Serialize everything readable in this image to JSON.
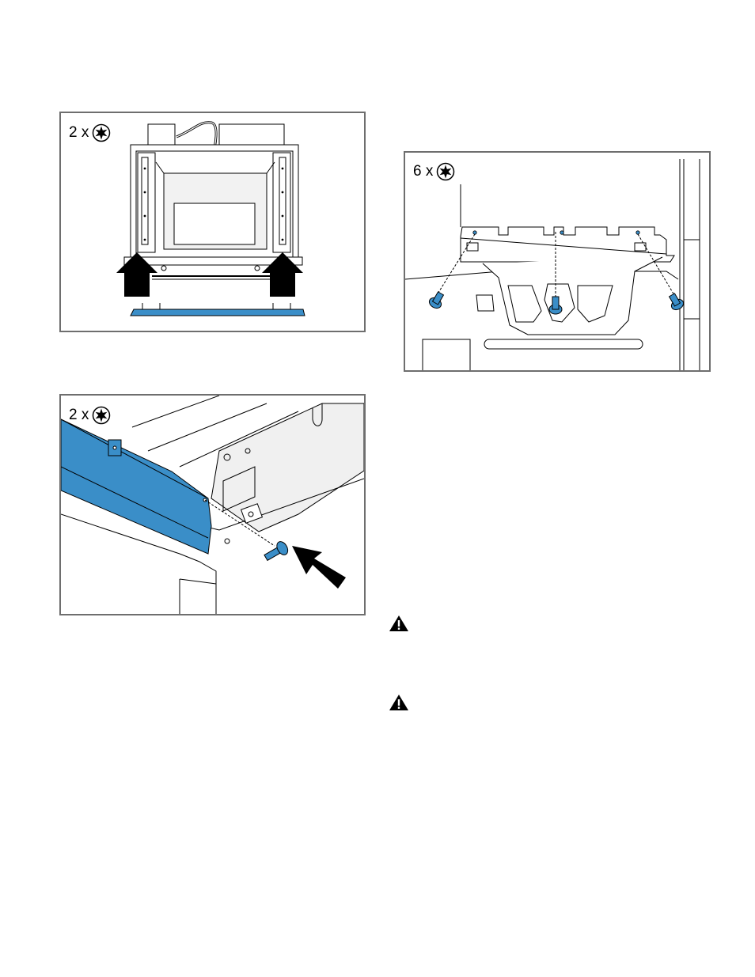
{
  "figures": {
    "fig1": {
      "count_label": "2 x",
      "tool_icon": "torx-star-icon"
    },
    "fig2": {
      "count_label": "6 x",
      "tool_icon": "torx-star-icon"
    },
    "fig3": {
      "count_label": "2 x",
      "tool_icon": "torx-star-icon"
    }
  },
  "warnings": [
    {
      "icon": "warning-triangle-icon"
    },
    {
      "icon": "warning-triangle-icon"
    }
  ],
  "colors": {
    "accent_blue": "#3a8ec8",
    "frame_gray": "#6e6e6e"
  }
}
